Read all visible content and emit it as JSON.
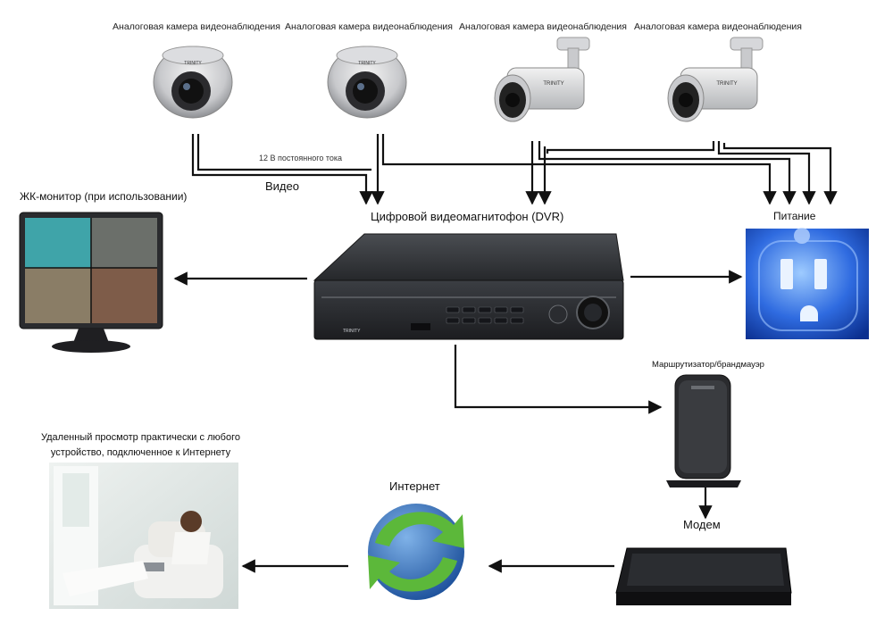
{
  "cameras": [
    {
      "label": "Аналоговая камера видеонаблюдения",
      "kind": "dome"
    },
    {
      "label": "Аналоговая камера видеонаблюдения",
      "kind": "dome"
    },
    {
      "label": "Аналоговая камера видеонаблюдения",
      "kind": "bullet"
    },
    {
      "label": "Аналоговая камера видеонаблюдения",
      "kind": "bullet"
    }
  ],
  "labels": {
    "dc_note": "12 В постоянного тока",
    "video": "Видео",
    "dvr": "Цифровой видеомагнитофон (DVR)",
    "monitor": "ЖК-монитор (при использовании)",
    "power": "Питание",
    "router": "Маршрутизатор/брандмауэр",
    "remote_line1": "Удаленный просмотр практически с любого",
    "remote_line2": "устройство, подключенное к Интернету",
    "internet": "Интернет",
    "modem": "Модем",
    "camera_brand": "TRINITY",
    "dvr_brand": "TRINITY"
  },
  "colors": {
    "line": "#111111",
    "power_blue": "#1a4fc8",
    "internet_blue": "#1f5fb0",
    "internet_green": "#5cb83a",
    "device_dark": "#2a2c30"
  }
}
